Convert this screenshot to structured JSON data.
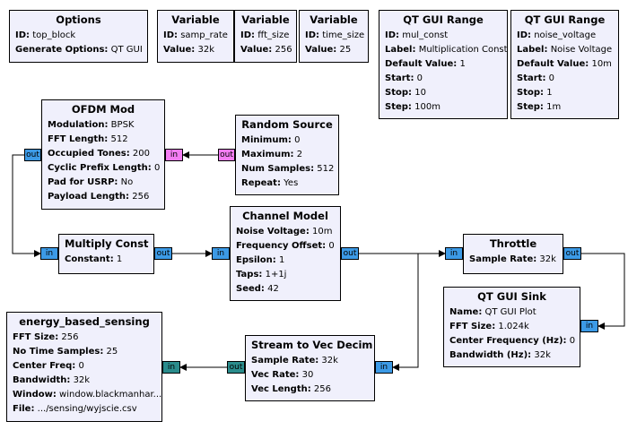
{
  "port_colors": {
    "complex": "#3c9ae6",
    "byte": "#f37cf3",
    "float_vec": "#2a8c8c"
  },
  "blocks": {
    "options": {
      "title": "Options",
      "params": [
        {
          "k": "ID:",
          "v": "top_block"
        },
        {
          "k": "Generate Options:",
          "v": "QT GUI"
        }
      ]
    },
    "var_samp": {
      "title": "Variable",
      "params": [
        {
          "k": "ID:",
          "v": "samp_rate"
        },
        {
          "k": "Value:",
          "v": "32k"
        }
      ]
    },
    "var_fft": {
      "title": "Variable",
      "params": [
        {
          "k": "ID:",
          "v": "fft_size"
        },
        {
          "k": "Value:",
          "v": "256"
        }
      ]
    },
    "var_time": {
      "title": "Variable",
      "params": [
        {
          "k": "ID:",
          "v": "time_size"
        },
        {
          "k": "Value:",
          "v": "25"
        }
      ]
    },
    "range_mul": {
      "title": "QT GUI Range",
      "params": [
        {
          "k": "ID:",
          "v": "mul_const"
        },
        {
          "k": "Label:",
          "v": "Multiplication Const"
        },
        {
          "k": "Default Value:",
          "v": "1"
        },
        {
          "k": "Start:",
          "v": "0"
        },
        {
          "k": "Stop:",
          "v": "10"
        },
        {
          "k": "Step:",
          "v": "100m"
        }
      ]
    },
    "range_noise": {
      "title": "QT GUI Range",
      "params": [
        {
          "k": "ID:",
          "v": "noise_voltage"
        },
        {
          "k": "Label:",
          "v": "Noise Voltage"
        },
        {
          "k": "Default Value:",
          "v": "10m"
        },
        {
          "k": "Start:",
          "v": "0"
        },
        {
          "k": "Stop:",
          "v": "1"
        },
        {
          "k": "Step:",
          "v": "1m"
        }
      ]
    },
    "ofdm_mod": {
      "title": "OFDM Mod",
      "params": [
        {
          "k": "Modulation:",
          "v": "BPSK"
        },
        {
          "k": "FFT Length:",
          "v": "512"
        },
        {
          "k": "Occupied Tones:",
          "v": "200"
        },
        {
          "k": "Cyclic Prefix Length:",
          "v": "0"
        },
        {
          "k": "Pad for USRP:",
          "v": "No"
        },
        {
          "k": "Payload Length:",
          "v": "256"
        }
      ]
    },
    "random_source": {
      "title": "Random Source",
      "params": [
        {
          "k": "Minimum:",
          "v": "0"
        },
        {
          "k": "Maximum:",
          "v": "2"
        },
        {
          "k": "Num Samples:",
          "v": "512"
        },
        {
          "k": "Repeat:",
          "v": "Yes"
        }
      ]
    },
    "multiply_const": {
      "title": "Multiply Const",
      "params": [
        {
          "k": "Constant:",
          "v": "1"
        }
      ]
    },
    "channel_model": {
      "title": "Channel Model",
      "params": [
        {
          "k": "Noise Voltage:",
          "v": "10m"
        },
        {
          "k": "Frequency Offset:",
          "v": "0"
        },
        {
          "k": "Epsilon:",
          "v": "1"
        },
        {
          "k": "Taps:",
          "v": "1+1j"
        },
        {
          "k": "Seed:",
          "v": "42"
        }
      ]
    },
    "throttle": {
      "title": "Throttle",
      "params": [
        {
          "k": "Sample Rate:",
          "v": "32k"
        }
      ]
    },
    "qt_gui_sink": {
      "title": "QT GUI Sink",
      "params": [
        {
          "k": "Name:",
          "v": "QT GUI Plot"
        },
        {
          "k": "FFT Size:",
          "v": "1.024k"
        },
        {
          "k": "Center Frequency (Hz):",
          "v": "0"
        },
        {
          "k": "Bandwidth (Hz):",
          "v": "32k"
        }
      ]
    },
    "stream_to_vec": {
      "title": "Stream to Vec Decim",
      "params": [
        {
          "k": "Sample Rate:",
          "v": "32k"
        },
        {
          "k": "Vec Rate:",
          "v": "30"
        },
        {
          "k": "Vec Length:",
          "v": "256"
        }
      ]
    },
    "energy_sensing": {
      "title": "energy_based_sensing",
      "params": [
        {
          "k": "FFT Size:",
          "v": "256"
        },
        {
          "k": "No Time Samples:",
          "v": "25"
        },
        {
          "k": "Center Freq:",
          "v": "0"
        },
        {
          "k": "Bandwidth:",
          "v": "32k"
        },
        {
          "k": "Window:",
          "v": "window.blackmanhar..."
        },
        {
          "k": "File:",
          "v": ".../sensing/wyjscie.csv"
        }
      ]
    }
  },
  "ports": {
    "in": "in",
    "out": "out"
  }
}
